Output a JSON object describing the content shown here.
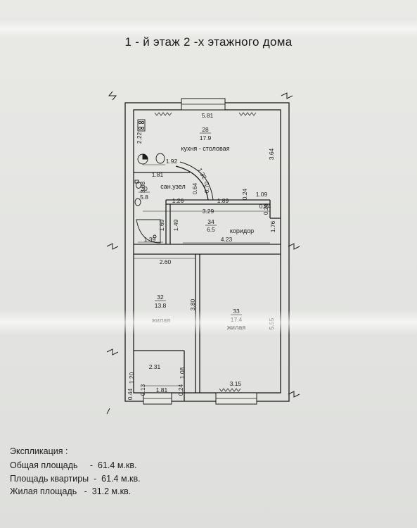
{
  "title": "1 - й этаж 2 -х этажного дома",
  "rooms": [
    {
      "id": "28",
      "area": "17.9",
      "name": "кухня - столовая"
    },
    {
      "id": "30",
      "area": "5.8",
      "name": "сан.узел"
    },
    {
      "id": "34",
      "area": "6.5",
      "name": "коридор"
    },
    {
      "id": "32",
      "area": "13.8",
      "name": "жилая"
    },
    {
      "id": "33",
      "area": "17.4",
      "name": "жилая"
    }
  ],
  "dimensions": [
    "5.81",
    "2.22",
    "3.64",
    "1.92",
    "1.81",
    "1.32",
    "3.08",
    "0.70",
    "0.64",
    "0.24",
    "1.09",
    "1.26",
    "1.89",
    "0.28",
    "0.94",
    "3.29",
    "1.69",
    "1.49",
    "1.76",
    "1.39",
    "4.23",
    "2.60",
    "3.80",
    "5.55",
    "2.31",
    "1.08",
    "1.20",
    "0.44",
    "0.13",
    "1.81",
    "0.24",
    "3.15"
  ],
  "explication": {
    "title": "Экспликация :",
    "lines": [
      "Общая площадь     -  61.4 м.кв.",
      "Площадь квартиры  -  61.4 м.кв.",
      "Жилая площадь   -  31.2 м.кв."
    ]
  }
}
